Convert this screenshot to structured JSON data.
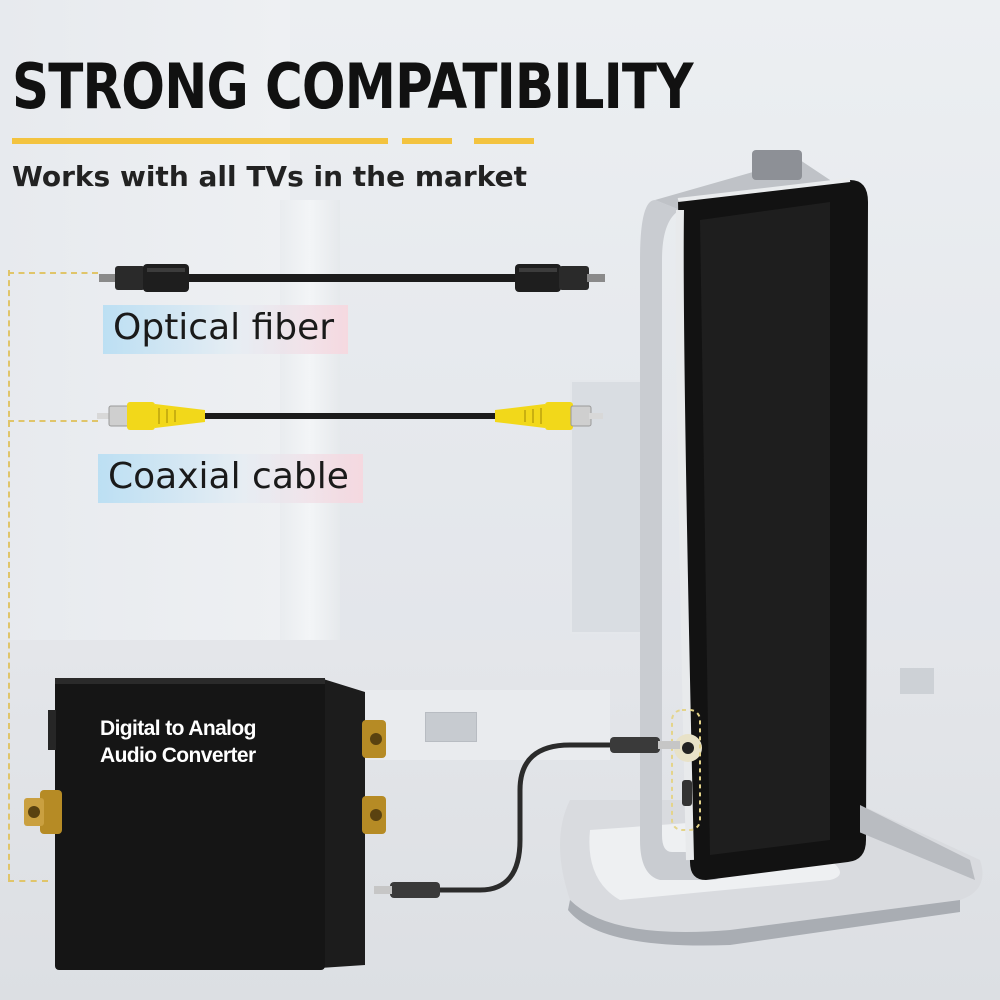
{
  "heading": {
    "title": "STRONG COMPATIBILITY",
    "subtitle": "Works with all TVs in the market"
  },
  "cables": {
    "optical": {
      "label": "Optical fiber",
      "icon": "optical-cable-icon"
    },
    "coaxial": {
      "label": "Coaxial cable",
      "icon": "coaxial-cable-icon"
    }
  },
  "device": {
    "line1": "Digital to Analog",
    "line2": "Audio Converter"
  },
  "colors": {
    "accent": "#f3c33f",
    "rca_yellow": "#f2d81a",
    "device_black": "#151515",
    "label_blue": "#addbf4",
    "label_pink": "#f8d6de"
  }
}
